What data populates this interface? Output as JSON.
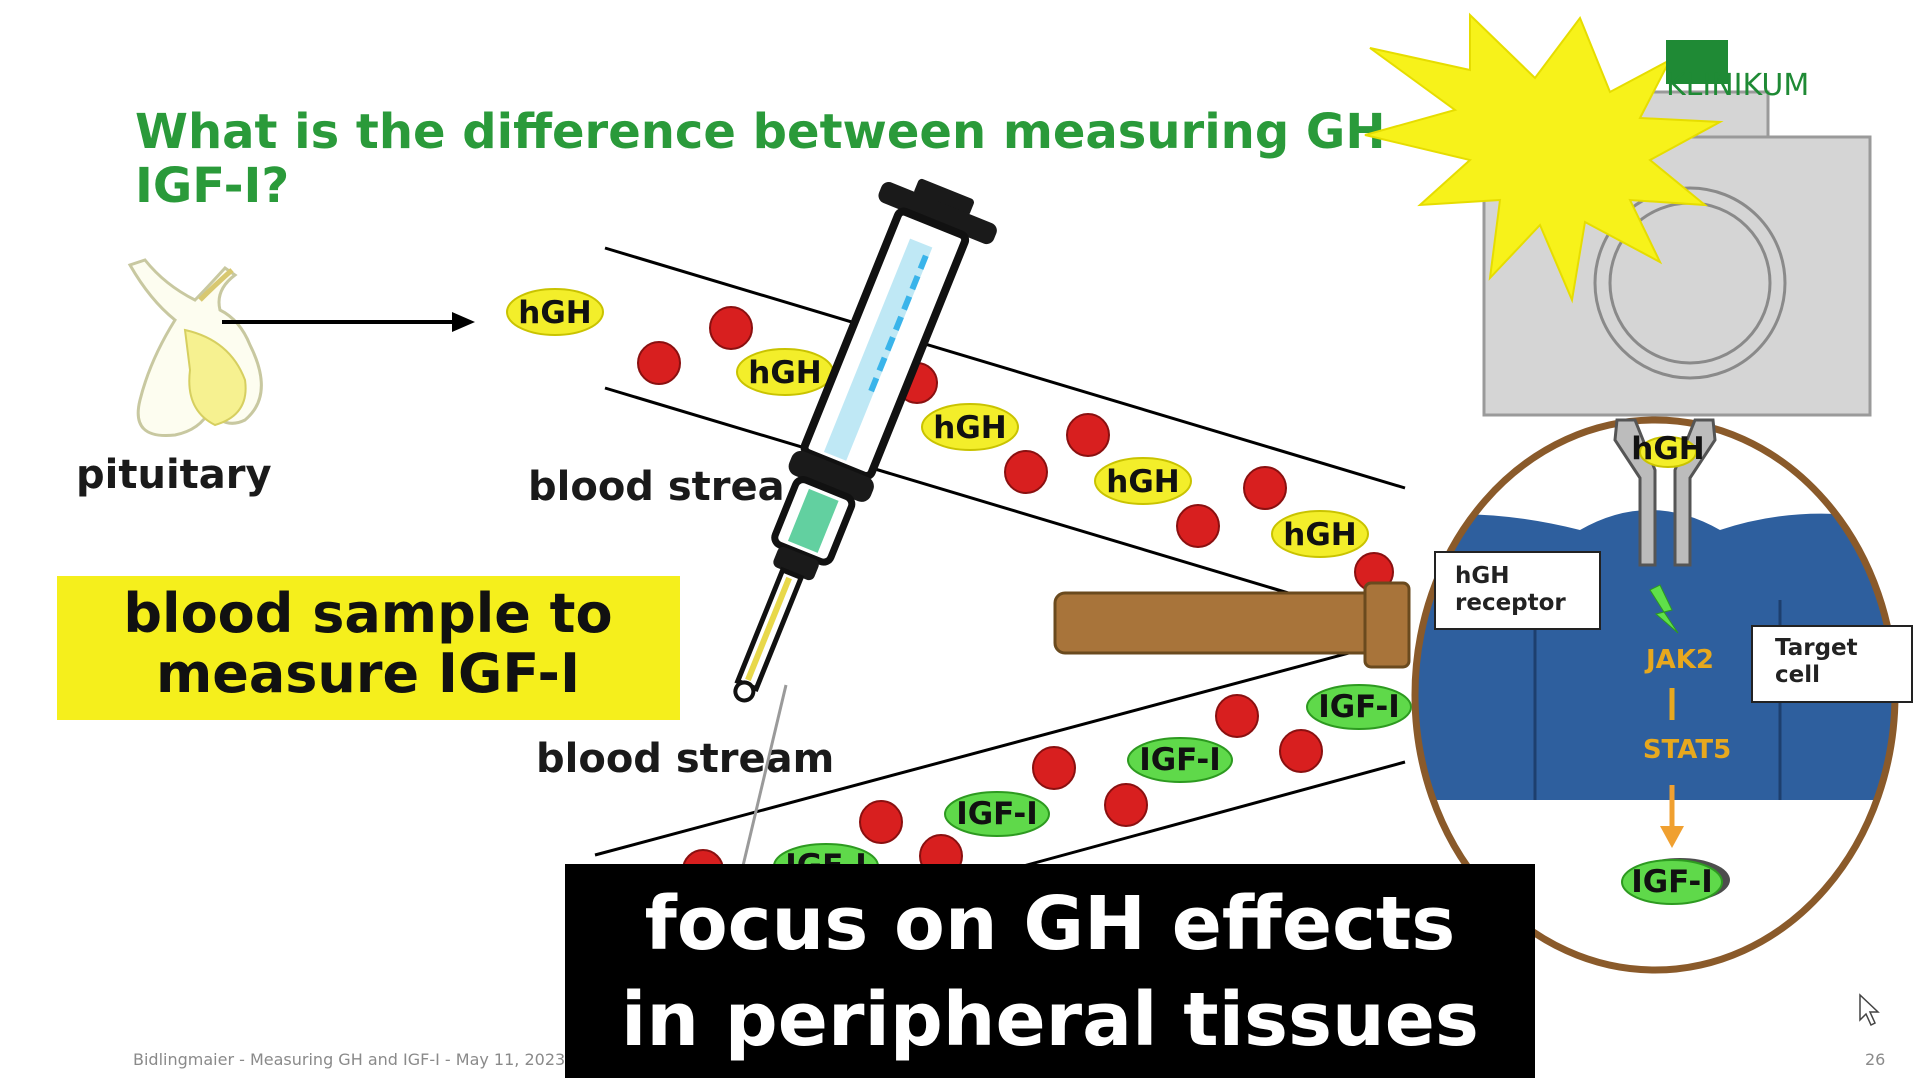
{
  "slide": {
    "title_line1": "What is the difference between measuring GH",
    "title_line2": "IGF-I?",
    "logo": "LMU KLINIKUM",
    "logo_text": "KLINIKUM",
    "pituitary_label": "pituitary",
    "blood_stream_upper": "blood strea",
    "blood_stream_lower": "blood stream",
    "callout_line1": "blood sample to",
    "callout_line2": "measure IGF-I",
    "hgh_pills": [
      "hGH",
      "hGH",
      "hGH",
      "hGH",
      "hGH"
    ],
    "igf_pills": [
      "IGF-I",
      "IGF-I",
      "IGF-I",
      "IGF-I"
    ],
    "igf_partial": "IGF-I",
    "cell": {
      "receptor_label_line1": "hGH",
      "receptor_label_line2": "receptor",
      "bound_hgh": "hGH",
      "jak2": "JAK2",
      "stat5": "STAT5",
      "target_line1": "Target",
      "target_line2": "cell",
      "igf_output": "IGF-I"
    },
    "footer": "Bidlingmaier - Measuring GH and IGF-I - May 11, 2023",
    "page_number": "26"
  },
  "caption": {
    "line1": "focus on GH effects",
    "line2": "in peripheral tissues"
  },
  "colors": {
    "title_green": "#2a9a3a",
    "callout_yellow": "#f5ef1c",
    "hgh_pill": "#f3ee2a",
    "igf_pill": "#5fd94a",
    "red_cell": "#d81f1f",
    "cell_blue": "#2e5f9e",
    "cell_border": "#8a5a2a",
    "caption_bg": "#000000"
  },
  "icons": {
    "syringe": "syringe-icon",
    "camera": "camera-icon",
    "flash": "flash-burst-icon",
    "pituitary": "pituitary-gland-icon",
    "lightning": "lightning-icon",
    "cursor": "mouse-cursor-icon"
  }
}
